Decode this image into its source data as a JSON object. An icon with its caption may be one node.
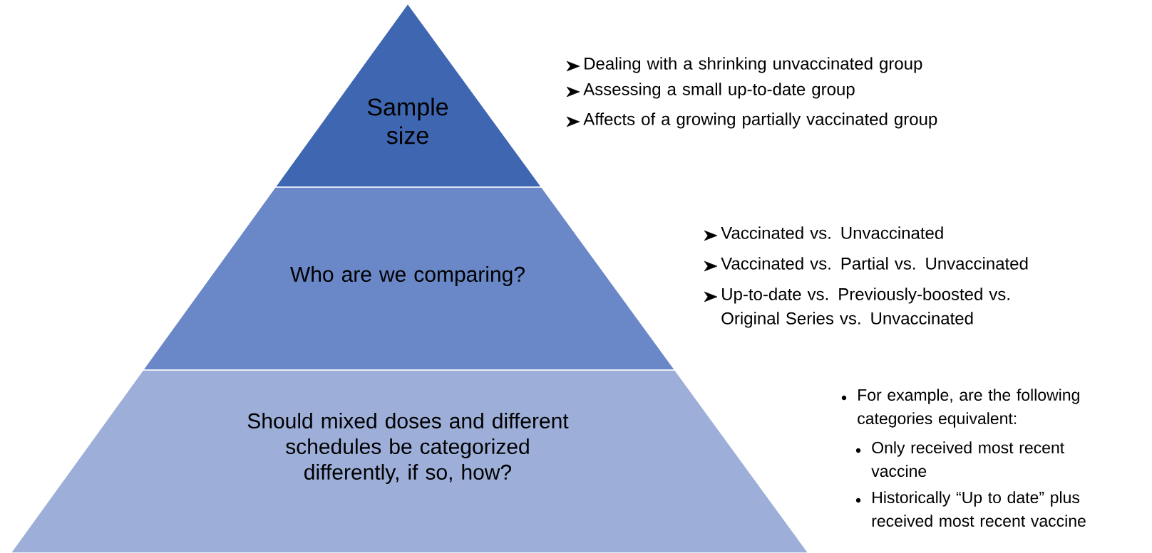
{
  "diagram": {
    "nodes": [
      {
        "text": [
          "Sample size"
        ],
        "beside": [
          "Dealing with a shrinking unvaccinated group",
          "Assessing a small up-to-date group",
          "Affects of a growing partially vaccinated group"
        ]
      },
      {
        "text": [
          "Who are we comparing?"
        ],
        "beside": [
          "Vaccinated vs. Unvaccinated",
          "Vaccinated vs. Partial vs. Unvaccinated",
          "Up-to-date vs. Previously-boosted vs. Original Series vs. Unvaccinated"
        ]
      },
      {
        "text": [
          "Should mixed doses and different schedules be categorized differently, if so, how?"
        ],
        "beside": [
          "For example, are the following categories equivalent:",
          "Only received most recent vaccine",
          "Historically “Up to date” plus received most recent vaccine"
        ]
      }
    ]
  }
}
